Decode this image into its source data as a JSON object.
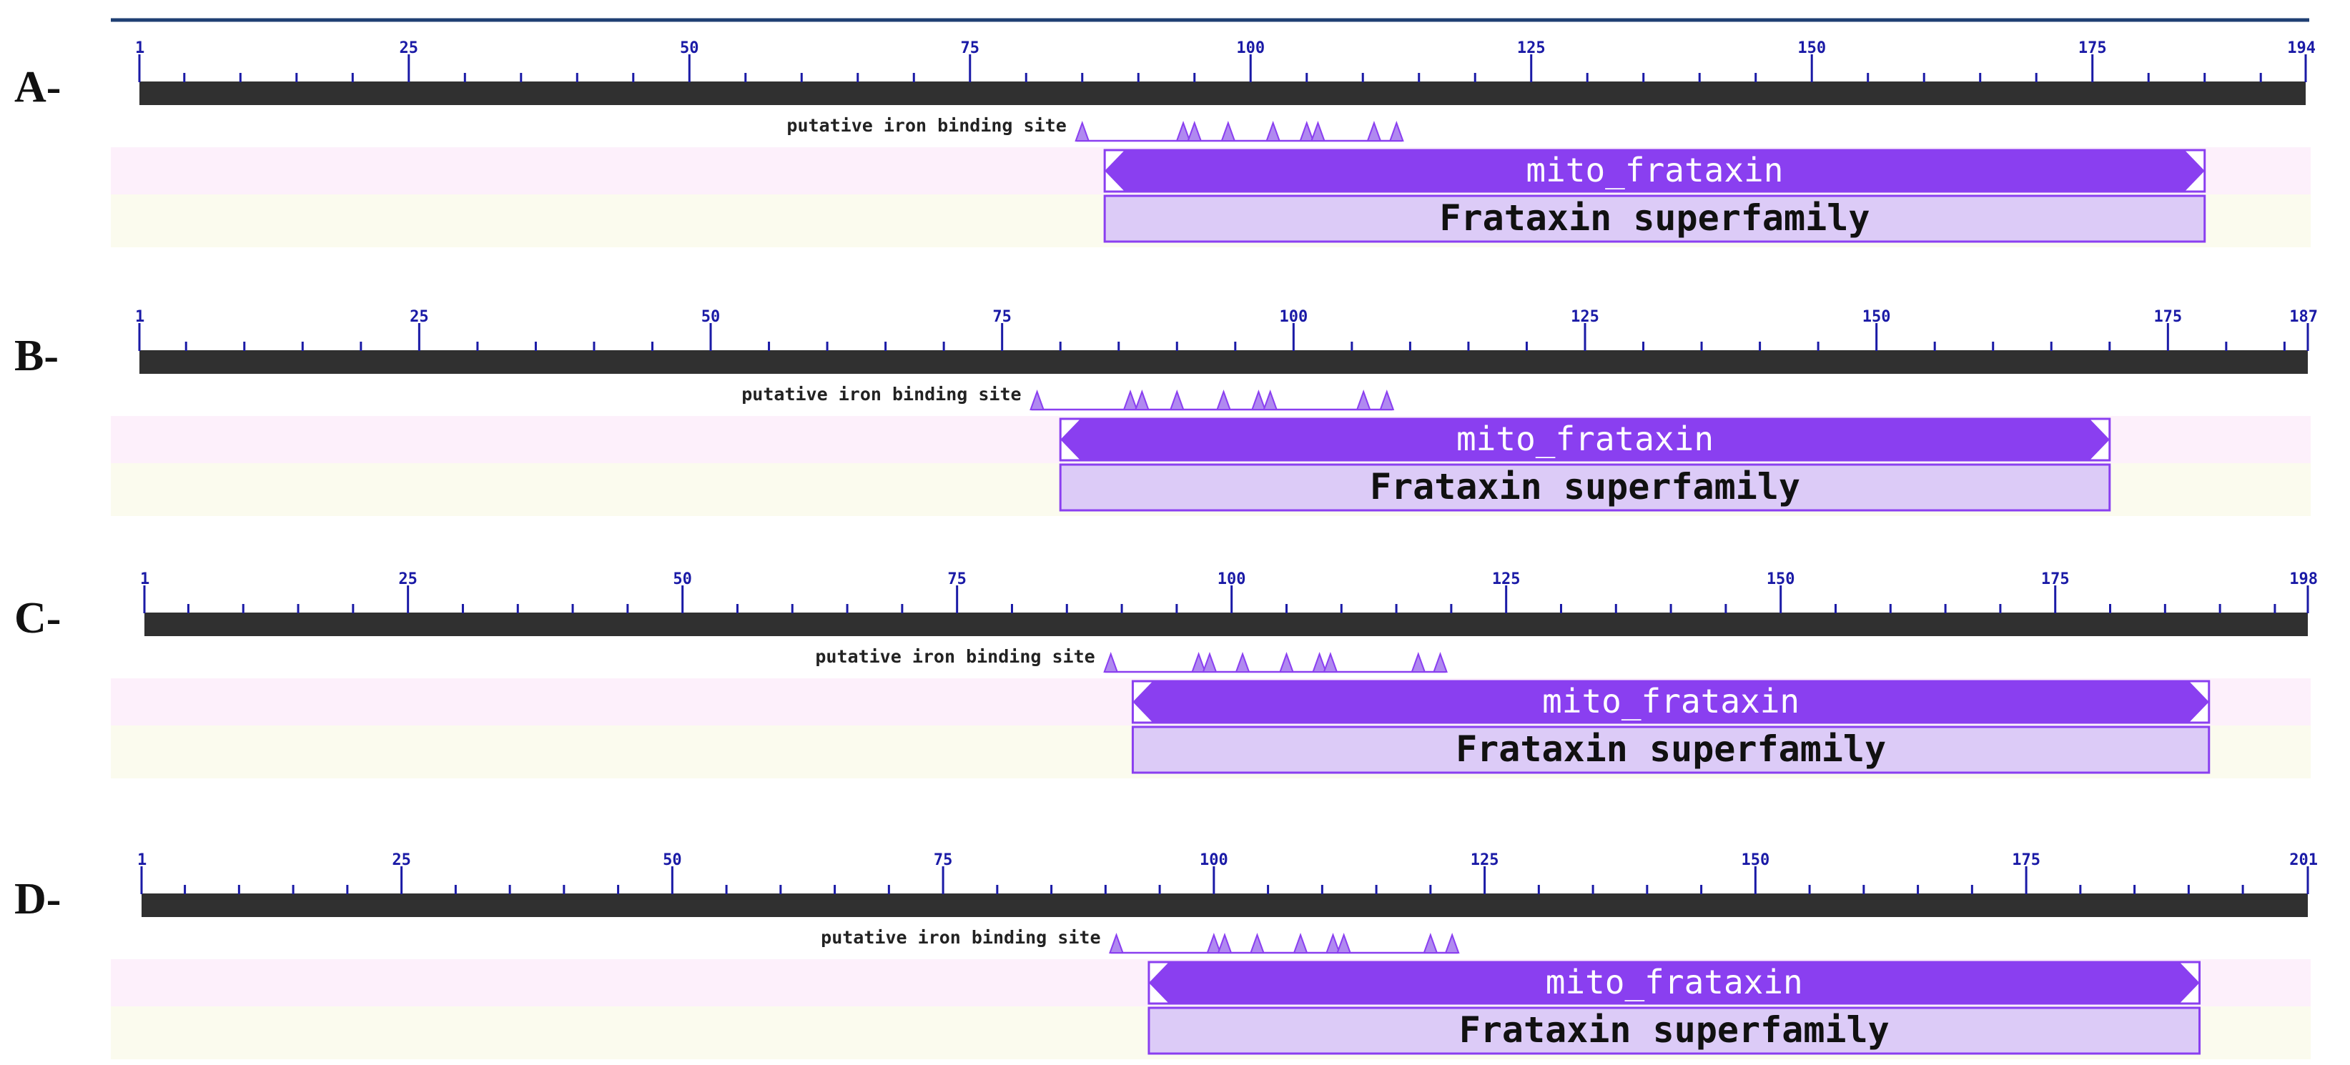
{
  "colors": {
    "top_rule": "#1f3f73",
    "ruler": "#303030",
    "tick": "#1a1aa6",
    "specific_band": "#fdf0fb",
    "superfamily_band": "#fbfbee",
    "domain_fill": "#8a3ff0",
    "superfamily_fill": "#dccbf7",
    "site_fill": "#b089f0"
  },
  "panels": [
    {
      "label": "A-",
      "length": 194,
      "ticks": [
        "1",
        "25",
        "50",
        "75",
        "100",
        "125",
        "150",
        "175",
        "194"
      ],
      "site_label": "putative iron binding site",
      "site_residues": [
        85,
        94,
        95,
        98,
        102,
        105,
        106,
        111,
        113
      ],
      "domain": {
        "name": "mito_frataxin",
        "start": 87,
        "end": 185
      },
      "superfamily": {
        "name": "Frataxin superfamily",
        "start": 87,
        "end": 185
      }
    },
    {
      "label": "B-",
      "length": 187,
      "ticks": [
        "1",
        "25",
        "50",
        "75",
        "100",
        "125",
        "150",
        "175",
        "187"
      ],
      "site_label": "putative iron binding site",
      "site_residues": [
        78,
        86,
        87,
        90,
        94,
        97,
        98,
        106,
        108
      ],
      "domain": {
        "name": "mito_frataxin",
        "start": 80,
        "end": 170
      },
      "superfamily": {
        "name": "Frataxin superfamily",
        "start": 80,
        "end": 170
      }
    },
    {
      "label": "C-",
      "length": 198,
      "ticks": [
        "1",
        "25",
        "50",
        "75",
        "100",
        "125",
        "150",
        "175",
        "198"
      ],
      "site_label": "putative iron binding site",
      "site_residues": [
        89,
        97,
        98,
        101,
        105,
        108,
        109,
        117,
        119
      ],
      "domain": {
        "name": "mito_frataxin",
        "start": 91,
        "end": 189
      },
      "superfamily": {
        "name": "Frataxin superfamily",
        "start": 91,
        "end": 189
      }
    },
    {
      "label": "D-",
      "length": 201,
      "ticks": [
        "1",
        "25",
        "50",
        "75",
        "100",
        "125",
        "150",
        "175",
        "201"
      ],
      "site_label": "putative iron binding site",
      "site_residues": [
        91,
        100,
        101,
        104,
        108,
        111,
        112,
        120,
        122
      ],
      "domain": {
        "name": "mito_frataxin",
        "start": 94,
        "end": 191
      },
      "superfamily": {
        "name": "Frataxin superfamily",
        "start": 94,
        "end": 191
      }
    }
  ]
}
